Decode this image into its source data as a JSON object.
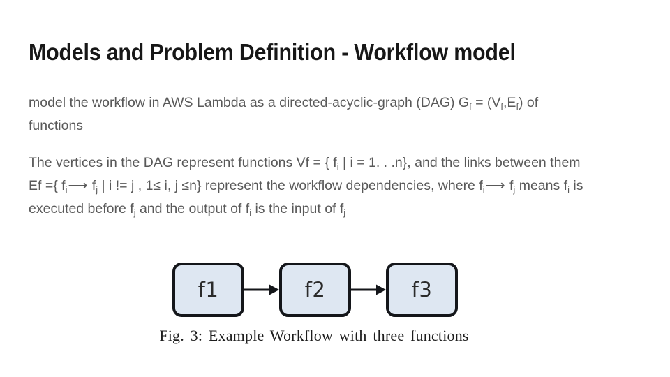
{
  "slide": {
    "title": "Models and Problem Definition - Workflow model",
    "background_color": "#ffffff",
    "title_color": "#171717",
    "body_color": "#595959"
  },
  "paragraphs": [
    {
      "id": "para-1",
      "lines": [
        "model the workflow in AWS Lambda as a directed-acyclic-graph (DAG) G",
        "functions"
      ],
      "text_before_sub_1": "model the workflow in AWS Lambda as a directed-acyclic-graph (DAG) G",
      "sub_f_1": "f",
      "text_mid_1": " = (V",
      "sub_f_2": "f",
      "text_mid_2": ",E",
      "sub_f_3": "f",
      "text_end_1": ") of",
      "line_2": "functions"
    },
    {
      "id": "para-2",
      "l1_a": "The vertices in the DAG represent functions Vf = { f",
      "l1_sub_i": "i",
      "l1_b": " | i = 1. . .n}, and the links between them",
      "l2_a": "Ef ={ f",
      "l2_sub_i": "i",
      "l2_arrow_1": "⟶",
      "l2_b": " f",
      "l2_sub_j": "j",
      "l2_c": " | i != j , 1≤ i, j ≤n} represent the workflow dependencies, where f",
      "l2_sub_i2": "i",
      "l2_arrow_2": "⟶",
      "l2_d": " f",
      "l2_sub_j2": "j",
      "l2_e": " means f",
      "l2_sub_i3": "i",
      "l2_f": " is",
      "l3_a": "executed before f",
      "l3_sub_j": "j",
      "l3_b": " and the output of f",
      "l3_sub_i": "i",
      "l3_c": " is the input of f",
      "l3_sub_j2": "j"
    }
  ],
  "figure": {
    "nodes": [
      {
        "label": "f1"
      },
      {
        "label": "f2"
      },
      {
        "label": "f3"
      }
    ],
    "edges": [
      {
        "from": "f1",
        "to": "f2"
      },
      {
        "from": "f2",
        "to": "f3"
      }
    ],
    "caption": "Fig. 3: Example Workflow with three functions",
    "node_fill_color": "#dee7f2",
    "node_border_color": "#14161a",
    "node_label_color": "#2b2b2b",
    "caption_color": "#1d1d1d"
  }
}
